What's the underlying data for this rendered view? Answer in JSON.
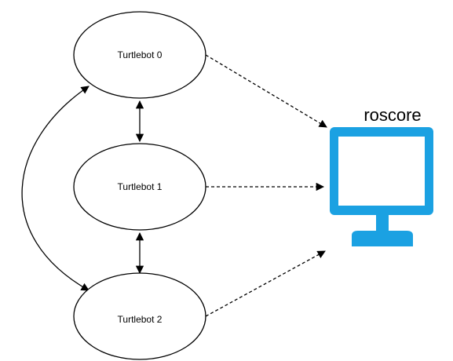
{
  "nodes": [
    {
      "label": "Turtlebot 0"
    },
    {
      "label": "Turtlebot 1"
    },
    {
      "label": "Turtlebot 2"
    }
  ],
  "server": {
    "label": "roscore",
    "icon": "monitor-icon",
    "color": "#1ba1e2"
  },
  "edges": {
    "solid": [
      "Turtlebot 0 <-> Turtlebot 1",
      "Turtlebot 1 <-> Turtlebot 2",
      "Turtlebot 0 <-> Turtlebot 2"
    ],
    "dashed": [
      "Turtlebot 0 -> roscore",
      "Turtlebot 1 -> roscore",
      "Turtlebot 2 -> roscore"
    ]
  }
}
